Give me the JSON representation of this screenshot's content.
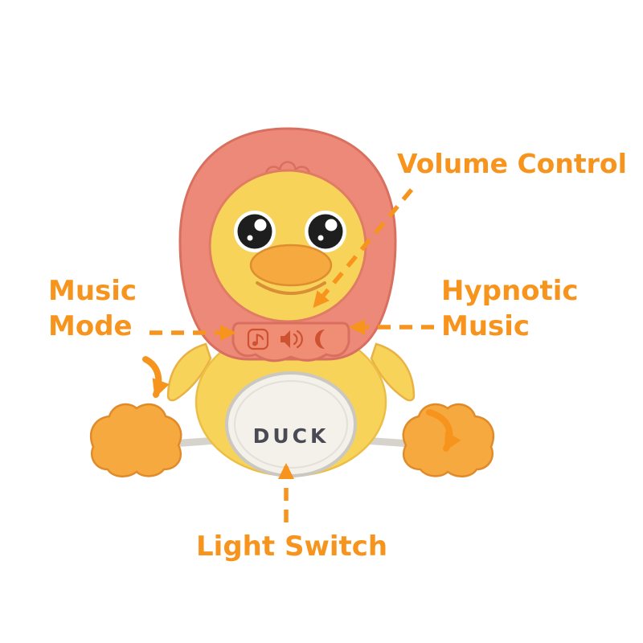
{
  "colors": {
    "accent": "#F7941D",
    "hood": "#ED8979",
    "hood_outline": "#D9705F",
    "body_yellow": "#F8D35A",
    "beak_feet_orange": "#F6A93E",
    "belly": "#F4F1EA",
    "belly_text_color": "#4A4A55",
    "icon_color": "#CE5130"
  },
  "annotations": {
    "volume_control": "Volume Control",
    "music_mode": [
      "Music",
      "Mode"
    ],
    "hypnotic_music": [
      "Hypnotic",
      "Music"
    ],
    "light_switch": "Light Switch"
  },
  "duck": {
    "belly_text": "DUCK",
    "control_icons": [
      "music-note-icon",
      "speaker-icon",
      "moon-icon"
    ]
  }
}
